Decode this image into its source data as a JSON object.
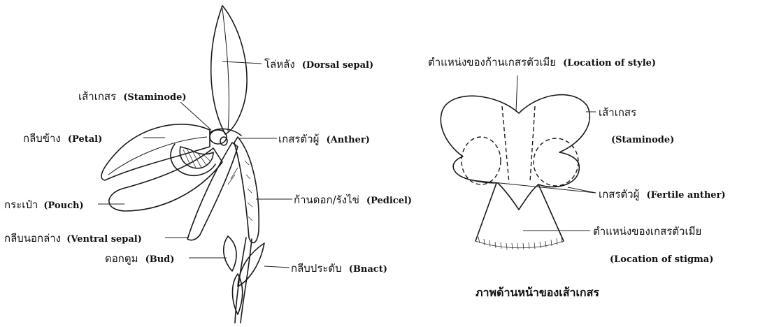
{
  "left_diagram": {
    "labels": {
      "dorsal_sepal": {
        "th": "โล่หลัง",
        "en": "(Dorsal sepal)"
      },
      "staminode": {
        "th": "เส้าเกสร",
        "en": "(Staminode)"
      },
      "petal": {
        "th": "กลีบข้าง",
        "en": "(Petal)"
      },
      "anther": {
        "th": "เกสรตัวผู้",
        "en": "(Anther)"
      },
      "pedicel": {
        "th": "ก้านดอก/รังไข่",
        "en": "(Pedicel)"
      },
      "pouch": {
        "th": "กระเป๋า",
        "en": "(Pouch)"
      },
      "ventral_sepal": {
        "th": "กลีบนอกล่าง",
        "en": "(Ventral sepal)"
      },
      "bud": {
        "th": "ดอกตูม",
        "en": "(Bud)"
      },
      "bract": {
        "th": "กลีบประดับ",
        "en": "(Bnact)"
      }
    }
  },
  "right_diagram": {
    "labels": {
      "location_of_style": {
        "th": "ตำแหน่งของก้านเกสรตัวเมีย",
        "en": "(Location of style)"
      },
      "staminode_th": "เส้าเกสร",
      "staminode_en": "(Staminode)",
      "fertile_anther": {
        "th": "เกสรตัวผู้",
        "en": "(Fertile anther)"
      },
      "location_of_stigma_th": "ตำแหน่งของเกสรตัวเมีย",
      "location_of_stigma_en": "(Location of stigma)"
    },
    "caption": "ภาพด้านหน้าของเส้าเกสร"
  }
}
